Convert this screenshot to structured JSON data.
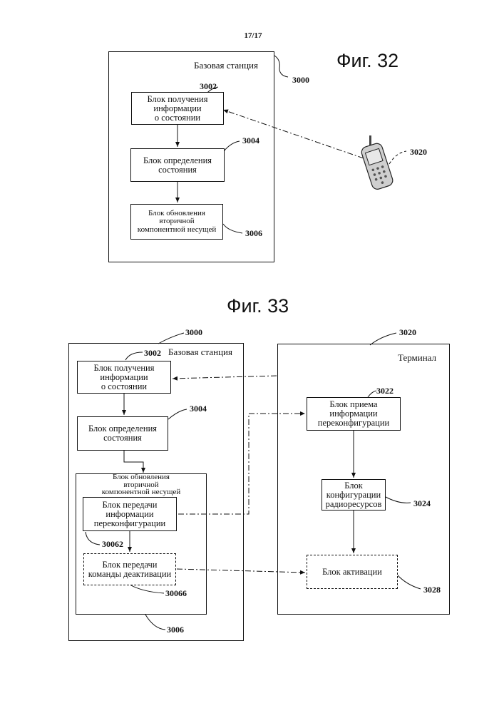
{
  "page_number": "17/17",
  "fig32": {
    "title": "Фиг. 32",
    "base_station": {
      "label": "Базовая станция",
      "ref": "3000"
    },
    "blocks": [
      {
        "ref": "3002",
        "label": "Блок получения\nинформации\nо состоянии"
      },
      {
        "ref": "3004",
        "label": "Блок определения\nсостояния"
      },
      {
        "ref": "3006",
        "label": "Блок обновления\nвторичной\nкомпонентной несущей"
      }
    ],
    "terminal_ref": "3020",
    "phone_icon": "mobile-phone-icon"
  },
  "fig33": {
    "title": "Фиг. 33",
    "base_station": {
      "label": "Базовая станция",
      "ref": "3000"
    },
    "terminal": {
      "label": "Терминал",
      "ref": "3020"
    },
    "bs_blocks": [
      {
        "ref": "3002",
        "label": "Блок получения\nинформации\nо состоянии"
      },
      {
        "ref": "3004",
        "label": "Блок определения\nсостояния"
      }
    ],
    "update_unit": {
      "ref": "3006",
      "label": "Блок обновления\nвторичной\nкомпонентной несущей",
      "children": [
        {
          "ref": "30062",
          "label": "Блок передачи\nинформации\nпереконфигурации"
        },
        {
          "ref": "30066",
          "label": "Блок передачи\nкоманды деактивации"
        }
      ]
    },
    "terminal_blocks": [
      {
        "ref": "3022",
        "label": "Блок приема\nинформации\nпереконфигурации"
      },
      {
        "ref": "3024",
        "label": "Блок\nконфигурации\nрадиоресурсов"
      },
      {
        "ref": "3028",
        "label": "Блок активации"
      }
    ]
  }
}
